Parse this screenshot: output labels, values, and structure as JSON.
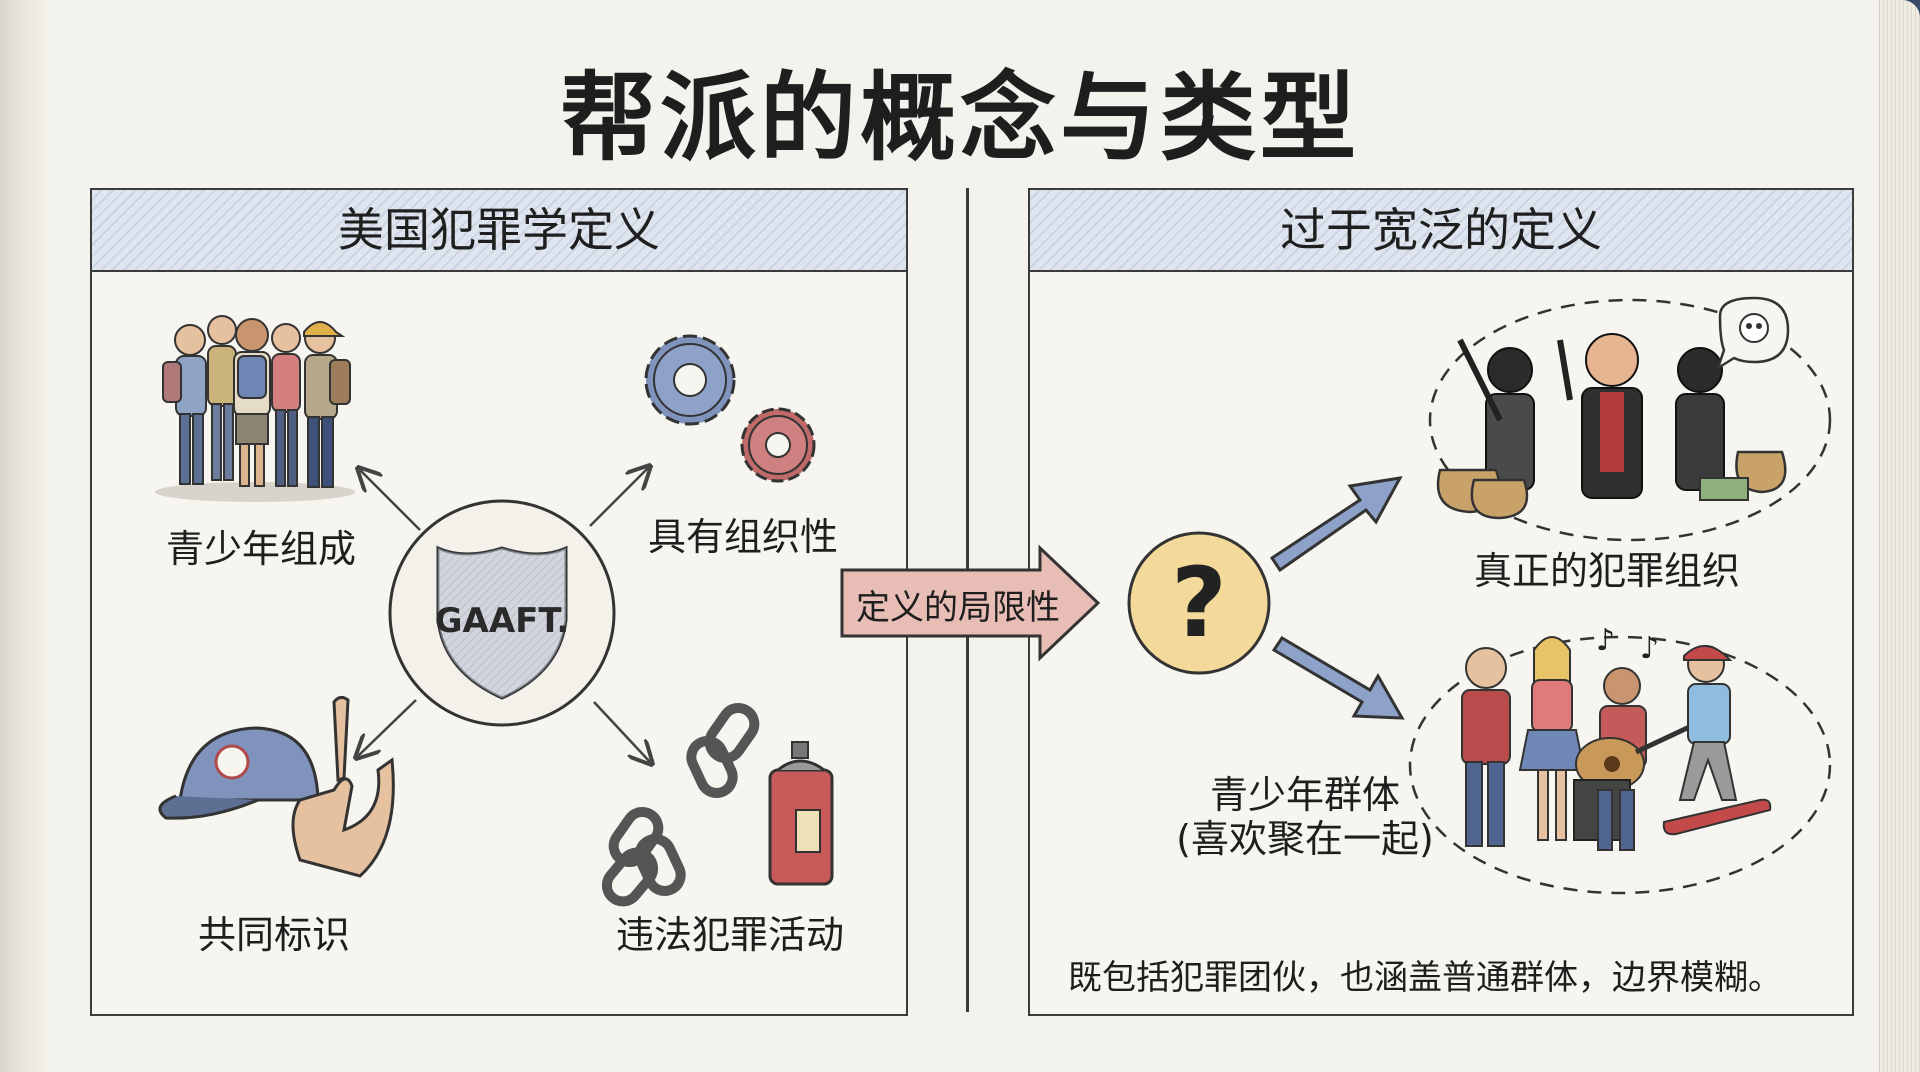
{
  "title": "帮派的概念与类型",
  "left_panel": {
    "heading": "美国犯罪学定义",
    "center_badge_text": "GAAFT.",
    "items": {
      "youth": "青少年组成",
      "organized": "具有组织性",
      "symbols": "共同标识",
      "crime": "违法犯罪活动"
    }
  },
  "arrow_label": "定义的局限性",
  "right_panel": {
    "heading": "过于宽泛的定义",
    "question_mark": "?",
    "real_crime": "真正的犯罪组织",
    "youth_group_line1": "青少年群体",
    "youth_group_line2": "(喜欢聚在一起)",
    "conclusion": "既包括犯罪团伙，也涵盖普通群体，边界模糊。"
  },
  "icons": [
    "teen-group-icon",
    "gears-icon",
    "gang-badge-icon",
    "cap-icon",
    "hand-sign-icon",
    "broken-chain-icon",
    "spray-can-icon",
    "question-icon",
    "criminals-icon",
    "money-bag-icon",
    "skull-bubble-icon",
    "friends-music-icon",
    "skateboard-icon"
  ],
  "colors": {
    "header_stripe": "#cbd4e2",
    "arrow_fill": "#e8bdb6",
    "blue_arrow": "#8ea2c9",
    "question_fill": "#f3d99a"
  }
}
